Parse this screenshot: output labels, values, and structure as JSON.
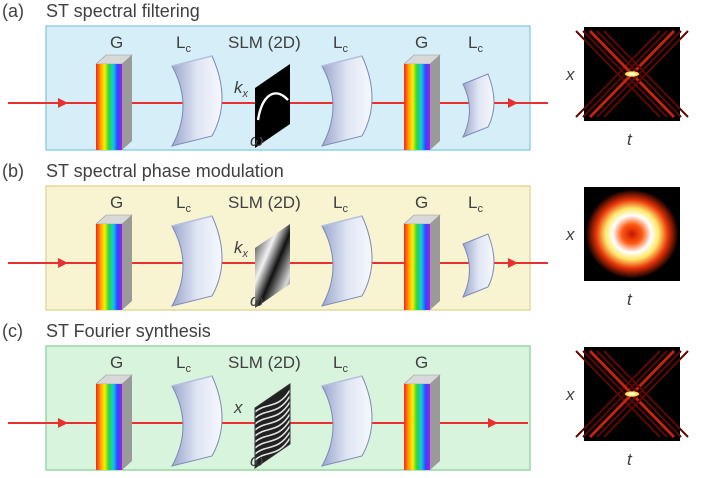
{
  "rows": [
    {
      "tag": "(a)",
      "title": "ST spectral filtering",
      "components": {
        "g1": "G",
        "lc1": "L",
        "slm": "SLM (2D)",
        "lc2": "L",
        "g2": "G",
        "lc3": "L"
      },
      "lc_subscript": "c",
      "slm_axis_top": "k",
      "slm_axis_top_sub": "x",
      "slm_axis_bottom": "ω",
      "output_ylabel": "x",
      "output_xlabel": "t",
      "colors": {
        "panel_fill": "#d5eef8",
        "panel_stroke": "#7fc6e2"
      }
    },
    {
      "tag": "(b)",
      "title": "ST spectral phase modulation",
      "components": {
        "g1": "G",
        "lc1": "L",
        "slm": "SLM (2D)",
        "lc2": "L",
        "g2": "G",
        "lc3": "L"
      },
      "lc_subscript": "c",
      "slm_axis_top": "k",
      "slm_axis_top_sub": "x",
      "slm_axis_bottom": "ω",
      "output_ylabel": "x",
      "output_xlabel": "t",
      "colors": {
        "panel_fill": "#f8f4d2",
        "panel_stroke": "#d8d28a"
      }
    },
    {
      "tag": "(c)",
      "title": "ST Fourier synthesis",
      "components": {
        "g1": "G",
        "lc1": "L",
        "slm": "SLM (2D)",
        "lc2": "L",
        "g2": "G"
      },
      "lc_subscript": "c",
      "slm_axis_top": "x",
      "slm_axis_top_sub": "",
      "slm_axis_bottom": "ω",
      "output_ylabel": "x",
      "output_xlabel": "t",
      "colors": {
        "panel_fill": "#d9f4dc",
        "panel_stroke": "#86cf8e"
      }
    }
  ],
  "colors": {
    "beam": "#e8302e",
    "text": "#404040"
  }
}
